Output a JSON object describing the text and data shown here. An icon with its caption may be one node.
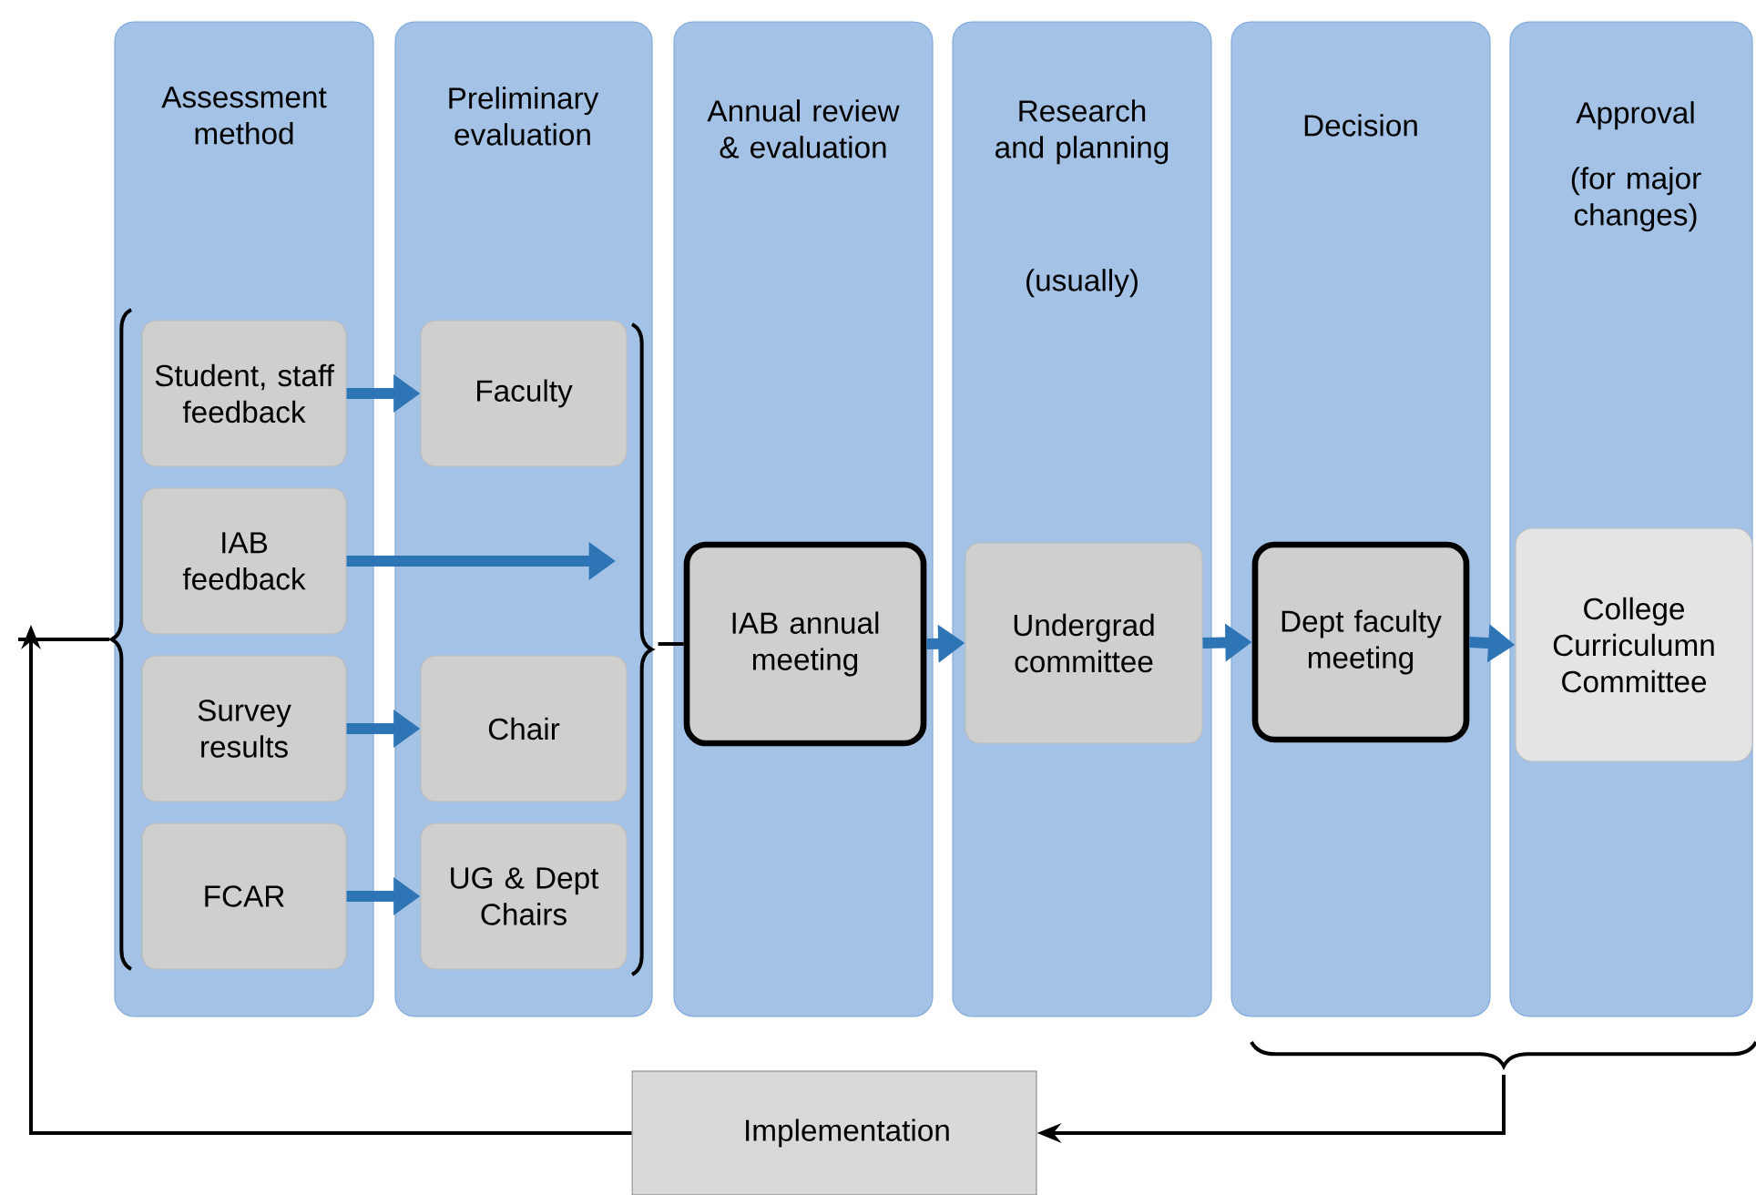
{
  "diagram": {
    "nodes": [
      {
        "text": [
          "Assessment method"
        ]
      },
      {
        "text": [
          "Preliminary evaluation"
        ]
      },
      {
        "text": [
          "Annual review & evaluation"
        ]
      },
      {
        "text": [
          "Research and planning",
          "(usually)"
        ]
      },
      {
        "text": [
          "Decision"
        ]
      },
      {
        "text": [
          "Approval",
          "(for major changes)"
        ]
      },
      {
        "text": [
          "Student, staff feedback"
        ],
        "in": 0
      },
      {
        "text": [
          "IAB feedback"
        ],
        "in": 0
      },
      {
        "text": [
          "Survey results"
        ],
        "in": 0
      },
      {
        "text": [
          "FCAR"
        ],
        "in": 0
      },
      {
        "text": [
          "Faculty"
        ],
        "in": 1
      },
      {
        "text": [
          "Chair"
        ],
        "in": 1
      },
      {
        "text": [
          "UG & Dept Chairs"
        ],
        "in": 1
      },
      {
        "text": [
          "IAB annual meeting"
        ],
        "in": 2
      },
      {
        "text": [
          "Undergrad committee"
        ],
        "in": 3
      },
      {
        "text": [
          "Dept faculty meeting"
        ],
        "in": 4
      },
      {
        "text": [
          "College Curriculumn Committee"
        ],
        "in": 5
      },
      {
        "text": [
          "Implementation"
        ]
      }
    ],
    "edges": [
      {
        "from": 6,
        "to": 10,
        "arrow": "to"
      },
      {
        "from": 7,
        "to": null,
        "arrow": "to"
      },
      {
        "from": 8,
        "to": 11,
        "arrow": "to"
      },
      {
        "from": 9,
        "to": 12,
        "arrow": "to"
      },
      {
        "from": 1,
        "to": 13,
        "arrow": "none",
        "color": "#000000"
      },
      {
        "from": 13,
        "to": 14,
        "arrow": "to"
      },
      {
        "from": 14,
        "to": 15,
        "arrow": "to"
      },
      {
        "from": 15,
        "to": 16,
        "arrow": "to"
      },
      {
        "from": 4,
        "to": 17,
        "arrow": "to",
        "color": "#000000"
      },
      {
        "from": 5,
        "to": 17,
        "arrow": "to",
        "color": "#000000"
      },
      {
        "from": 17,
        "to": null,
        "arrow": "to",
        "color": "#000000"
      }
    ]
  }
}
